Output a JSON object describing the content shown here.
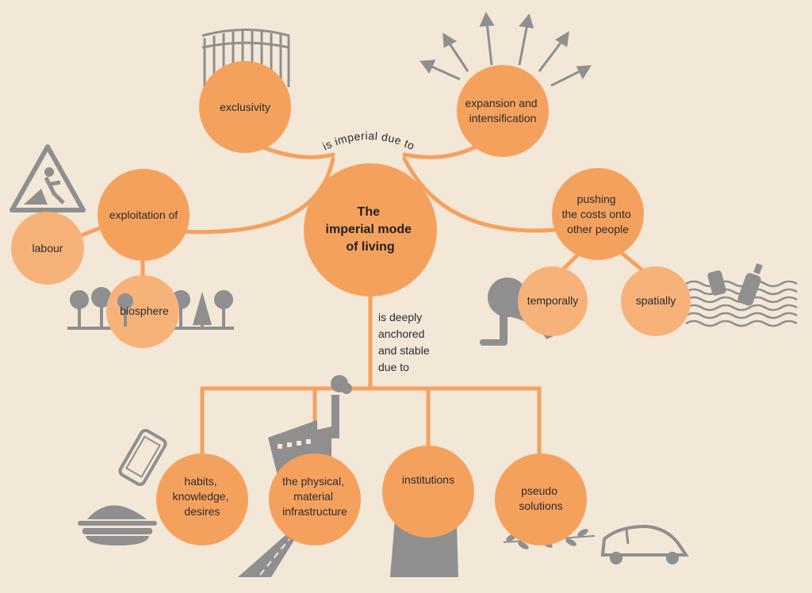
{
  "center": {
    "lines": [
      "The",
      "imperial mode",
      "of living"
    ]
  },
  "edge_top": "is imperial due to",
  "edge_bottom": [
    "is deeply",
    "anchored",
    "and stable",
    "due to"
  ],
  "nodes": {
    "exclusivity": [
      "exclusivity"
    ],
    "expansion": [
      "expansion and",
      "intensification"
    ],
    "exploitation": [
      "exploitation of"
    ],
    "labour": [
      "labour"
    ],
    "biosphere": [
      "biosphere"
    ],
    "pushing": [
      "pushing",
      "the costs onto",
      "other people"
    ],
    "temporally": [
      "temporally"
    ],
    "spatially": [
      "spatially"
    ],
    "habits": [
      "habits,",
      "knowledge,",
      "desires"
    ],
    "physical": [
      "the physical,",
      "material",
      "infrastructure"
    ],
    "institutions": [
      "institutions"
    ],
    "pseudo": [
      "pseudo",
      "solutions"
    ]
  },
  "icons": {
    "euro": "€"
  },
  "colors": {
    "circle": "#f5a15e",
    "circle_light": "#f7b27a",
    "line": "#f5a15e",
    "icon": "#8f8f8f",
    "background": "#f3e7d7"
  }
}
